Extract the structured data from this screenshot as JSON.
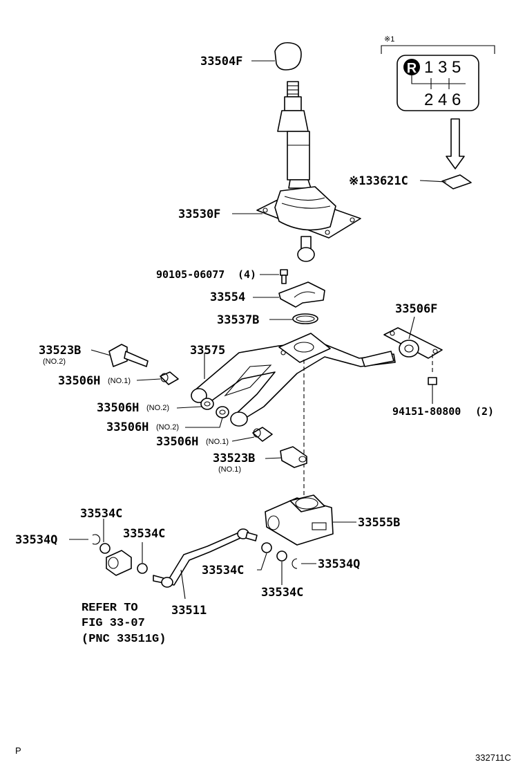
{
  "note_mark": "※1",
  "shift_pattern": {
    "reverse": "R",
    "top_row": "1 3 5",
    "bottom_row": "2 4 6"
  },
  "labels": {
    "knob": "33504F",
    "shift_lever": "33530F",
    "bolt": "90105-06077",
    "bolt_qty": "(4)",
    "retainer": "33554",
    "ring": "33537B",
    "bracket": "33506F",
    "label_plate": "※133621C",
    "bushing_523_no2": "33523B",
    "bushing_523_no2_tag": "(NO.2)",
    "lever_housing": "33575",
    "bush_506_a": "33506H",
    "bush_506_a_tag": "(NO.1)",
    "bush_506_b": "33506H",
    "bush_506_b_tag": "(NO.2)",
    "bush_506_c": "33506H",
    "bush_506_c_tag": "(NO.2)",
    "bush_506_d": "33506H",
    "bush_506_d_tag": "(NO.1)",
    "nut": "94151-80800",
    "nut_qty": "(2)",
    "bushing_523_no1": "33523B",
    "bushing_523_no1_tag": "(NO.1)",
    "housing_555": "33555B",
    "bush_534c_a": "33534C",
    "clip_534q_left": "33534Q",
    "bush_534c_b": "33534C",
    "rod": "33511",
    "bush_534c_c": "33534C",
    "bush_534c_d": "33534C",
    "clip_534q_right": "33534Q"
  },
  "reference": {
    "line1": "REFER TO",
    "line2": "FIG 33-07",
    "line3": "(PNC 33511G)"
  },
  "corner_left": "P",
  "corner_right": "332711C"
}
